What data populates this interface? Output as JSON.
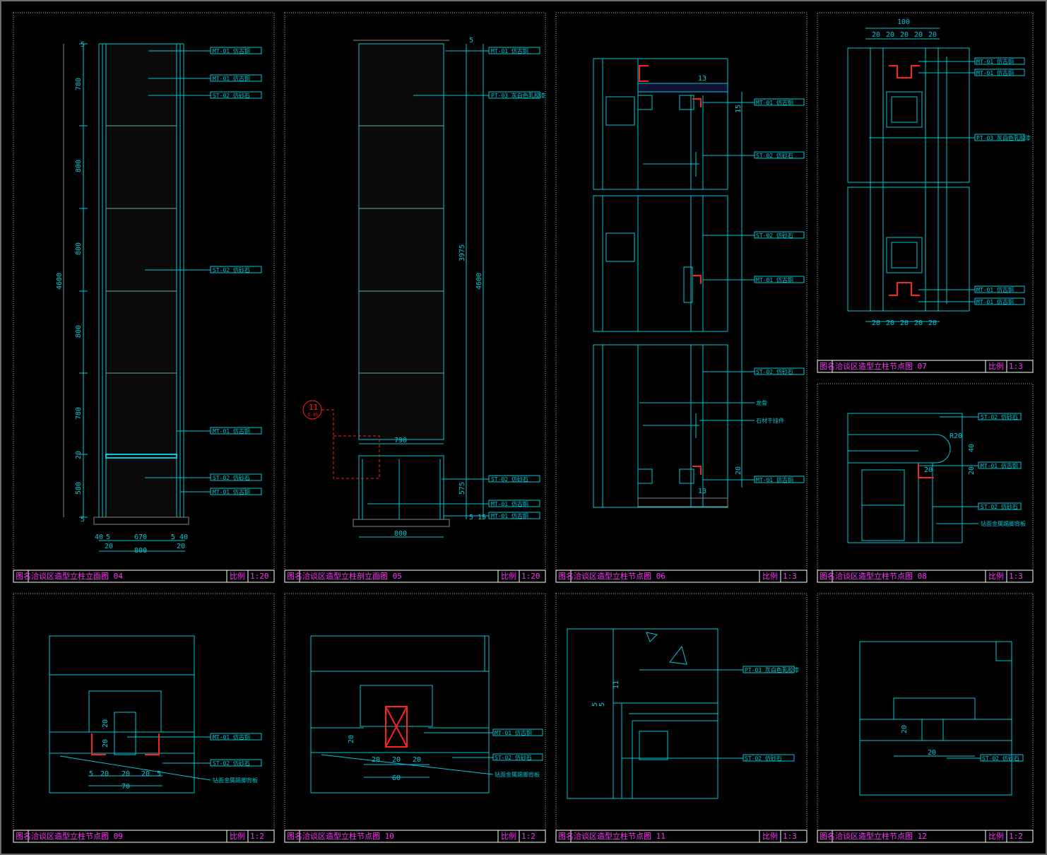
{
  "colors": {
    "line": "#00c8d8",
    "title": "#ff33ff",
    "panel_border": "#b4b4b4",
    "callout": "#ff2020",
    "background": "#000000"
  },
  "panels": [
    {
      "name_label": "图名",
      "title": "洽谈区造型立柱立面图 04",
      "scale_label": "比例",
      "scale": "1:20"
    },
    {
      "name_label": "图名",
      "title": "洽谈区造型立柱剖立面图 05",
      "scale_label": "比例",
      "scale": "1:20"
    },
    {
      "name_label": "图名",
      "title": "洽谈区造型立柱节点图 06",
      "scale_label": "比例",
      "scale": "1:3"
    },
    {
      "name_label": "图名",
      "title": "洽谈区造型立柱节点图 07",
      "scale_label": "比例",
      "scale": "1:3"
    },
    {
      "name_label": "图名",
      "title": "洽谈区造型立柱节点图 08",
      "scale_label": "比例",
      "scale": "1:3"
    },
    {
      "name_label": "图名",
      "title": "洽谈区造型立柱节点图 09",
      "scale_label": "比例",
      "scale": "1:2"
    },
    {
      "name_label": "图名",
      "title": "洽谈区造型立柱节点图 10",
      "scale_label": "比例",
      "scale": "1:2"
    },
    {
      "name_label": "图名",
      "title": "洽谈区造型立柱节点图 11",
      "scale_label": "比例",
      "scale": "1:3"
    },
    {
      "name_label": "图名",
      "title": "洽谈区造型立柱节点图 12",
      "scale_label": "比例",
      "scale": "1:2"
    }
  ],
  "p04": {
    "labels": [
      "MT-01 仿古铜",
      "MT-01 仿古铜",
      "ST-02 仿砂石",
      "ST-02 仿砂石",
      "MT-01 仿古铜",
      "ST-02 仿砂石",
      "MT-01 仿古铜"
    ],
    "vdims": [
      "5",
      "780",
      "800",
      "800",
      "800",
      "780",
      "20",
      "580",
      "5"
    ],
    "total": "4600",
    "bdims": [
      "40",
      "5",
      "670",
      "5",
      "40",
      "20",
      "20",
      "800"
    ]
  },
  "p05": {
    "labels": [
      "MT-01 仿古铜",
      "PT-03 灰白色乳胶漆",
      "ST-02 仿砂石",
      "MT-01 仿古铜",
      "MT-01 仿古铜"
    ],
    "dims": [
      "5",
      "3975",
      "4600",
      "575",
      "5",
      "15",
      "790",
      "800"
    ],
    "callout_num": "11",
    "callout_ref": "E-05"
  },
  "p06": {
    "labels": [
      "MT-01 仿古铜",
      "ST-02 仿砂石",
      "ST-02 仿砂石",
      "MT-01 仿古铜",
      "ST-02 仿砂石",
      "龙骨",
      "石材干挂件",
      "MT-01 仿古铜"
    ],
    "dims": [
      "13",
      "15",
      "20",
      "13"
    ]
  },
  "p07": {
    "labels": [
      "MT-01 仿古铜",
      "MT-01 仿古铜",
      "PT-03 灰白色乳胶漆",
      "MT-01 仿古铜",
      "MT-01 仿古铜"
    ],
    "top": "100",
    "top_sub": [
      "20",
      "20",
      "20",
      "20",
      "20"
    ],
    "bot_sub": [
      "20",
      "20",
      "20",
      "20",
      "20"
    ]
  },
  "p08": {
    "labels": [
      "ST-02 仿砂石",
      "MT-01 仿古铜",
      "ST-02 仿砂石",
      "钻面金属踢脚背板"
    ],
    "dims": [
      "R20",
      "40",
      "20",
      "20"
    ]
  },
  "p09": {
    "labels": [
      "MT-01 仿古铜",
      "ST-02 仿砂石",
      "钻面金属踢脚背板"
    ],
    "dims": [
      "20",
      "20",
      "5",
      "20",
      "20",
      "20",
      "5",
      "70"
    ]
  },
  "p10": {
    "labels": [
      "MT-01 仿古铜",
      "ST-02 仿砂石",
      "钻面金属踢脚背板"
    ],
    "dims": [
      "20",
      "20",
      "20",
      "20",
      "60"
    ]
  },
  "p11": {
    "labels": [
      "PT-03 灰白色乳胶漆",
      "ST-02 仿砂石"
    ],
    "dims": [
      "5",
      "5",
      "11"
    ]
  },
  "p12": {
    "labels": [
      "ST-02 仿砂石"
    ],
    "dims": [
      "20",
      "20"
    ]
  }
}
